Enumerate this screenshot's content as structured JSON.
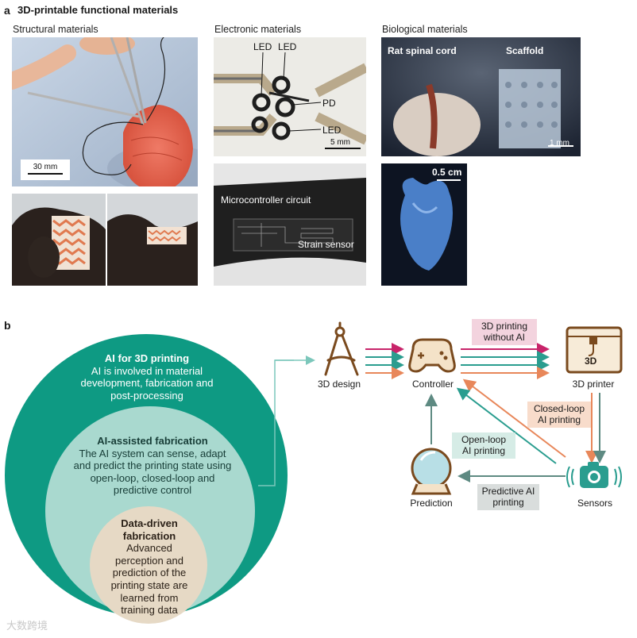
{
  "panel_a": {
    "letter": "a",
    "title": "3D-printable functional materials",
    "sections": {
      "structural": "Structural materials",
      "electronic": "Electronic materials",
      "biological": "Biological materials"
    },
    "annotations": {
      "scale_30mm": "30 mm",
      "led1": "LED",
      "led2": "LED",
      "pd": "PD",
      "led3": "LED",
      "scale_5mm": "5 mm",
      "rat_spinal_cord": "Rat spinal cord",
      "scaffold": "Scaffold",
      "scale_1mm": "1 mm",
      "microcontroller": "Microcontroller circuit",
      "strain_sensor": "Strain sensor",
      "scale_05cm": "0.5 cm"
    }
  },
  "panel_b": {
    "letter": "b",
    "outer": {
      "title": "AI for 3D printing",
      "body": "AI is involved in material development, fabrication and post-processing"
    },
    "middle": {
      "title": "AI-assisted fabrication",
      "body": "The AI system can sense, adapt and predict the printing state using open-loop, closed-loop and predictive control"
    },
    "inner": {
      "title": "Data-driven fabrication",
      "body": "Advanced perception and prediction of the printing state are learned from training data"
    },
    "nodes": {
      "design": "3D design",
      "controller": "Controller",
      "printer": "3D printer",
      "printer_screen": "3D",
      "sensors": "Sensors",
      "prediction": "Prediction"
    },
    "tags": {
      "without_ai": "3D printing without AI",
      "closed_loop": "Closed-loop AI printing",
      "open_loop": "Open-loop AI printing",
      "predictive": "Predictive AI printing"
    },
    "colors": {
      "outer_circle": "#0e9a83",
      "middle_circle": "#a9d9cf",
      "inner_circle": "#e6d9c5",
      "arrow_magenta": "#c8246a",
      "arrow_teal": "#2a9d8f",
      "arrow_orange": "#e8875a",
      "arrow_gray": "#5e8a82",
      "icon_brown": "#7a4a1e",
      "tag_pink": "#f3d3de",
      "tag_peach": "#f8dccb",
      "tag_mint": "#d6ece6",
      "tag_gray": "#d9dddc"
    }
  },
  "watermark": "大数跨境"
}
